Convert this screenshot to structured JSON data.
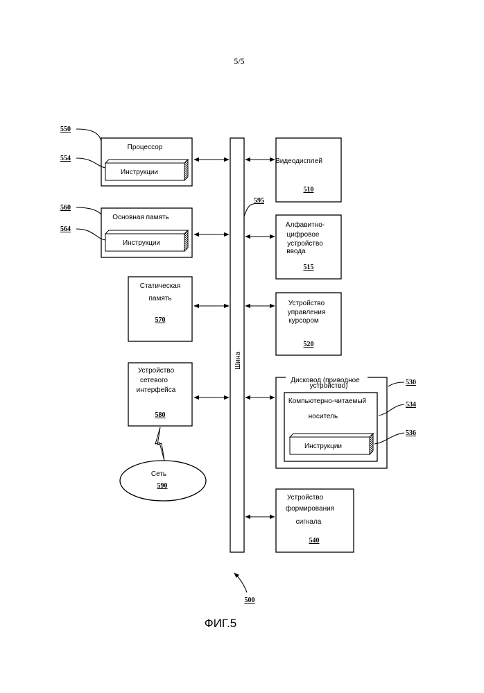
{
  "page_number": "5/5",
  "figure_caption": "ФИГ.5",
  "bus": {
    "label": "Шина",
    "ref": "595"
  },
  "overall_ref": "500",
  "processor": {
    "label": "Процессор",
    "ref": "550",
    "instructions": {
      "label": "Инструкции",
      "ref": "554"
    }
  },
  "main_memory": {
    "label": "Основная память",
    "ref": "560",
    "instructions": {
      "label": "Инструкции",
      "ref": "564"
    }
  },
  "static_memory": {
    "label_lines": [
      "Статическая",
      "память"
    ],
    "ref": "570"
  },
  "network_interface": {
    "label_lines": [
      "Устройство",
      "сетевого",
      "интерфейса"
    ],
    "ref": "580"
  },
  "network": {
    "label": "Сеть",
    "ref": "590"
  },
  "video_display": {
    "label": "Видеодисплей",
    "ref": "510"
  },
  "alnum_input": {
    "label_lines": [
      "Алфавитно-",
      "цифровое",
      "устройство",
      "ввода"
    ],
    "ref": "515"
  },
  "cursor_control": {
    "label_lines": [
      "Устройство",
      "управления",
      "курсором"
    ],
    "ref": "520"
  },
  "disk_drive": {
    "label_lines": [
      "Дисковод (приводное",
      "устройство)"
    ],
    "ref": "530",
    "medium": {
      "label_lines": [
        "Компьютерно-читаемый",
        "носитель"
      ],
      "ref": "534"
    },
    "instructions": {
      "label": "Инструкции",
      "ref": "536"
    }
  },
  "signal_generator": {
    "label_lines": [
      "Устройство",
      "формирования",
      "сигнала"
    ],
    "ref": "540"
  }
}
